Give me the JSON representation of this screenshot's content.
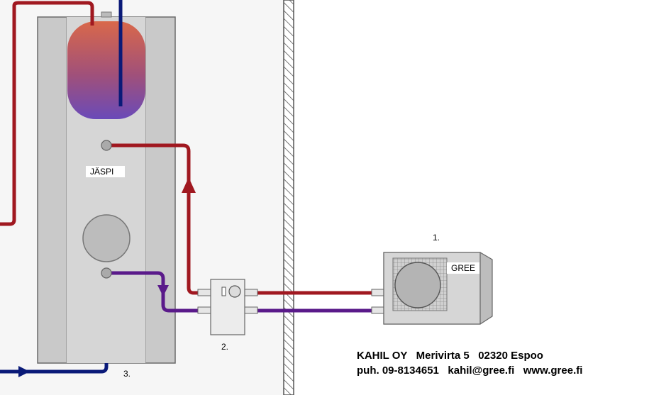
{
  "diagram": {
    "tank_label": "JÄSPI",
    "unit_brand": "GREE",
    "callouts": [
      "1.",
      "2.",
      "3."
    ]
  },
  "company": {
    "name": "KAHIL OY",
    "street": "Merivirta 5",
    "postal_city": "02320 Espoo",
    "phone": "puh. 09-8134651",
    "email": "kahil@gree.fi",
    "website": "www.gree.fi"
  },
  "colors": {
    "hot_pipe": "#a01820",
    "cold_pipe": "#0a1a78",
    "return_pipe": "#5a1a8a",
    "tank_body": "#c8c8c8",
    "expansion_top": "#d9684a",
    "expansion_bottom": "#6a4ab8"
  }
}
